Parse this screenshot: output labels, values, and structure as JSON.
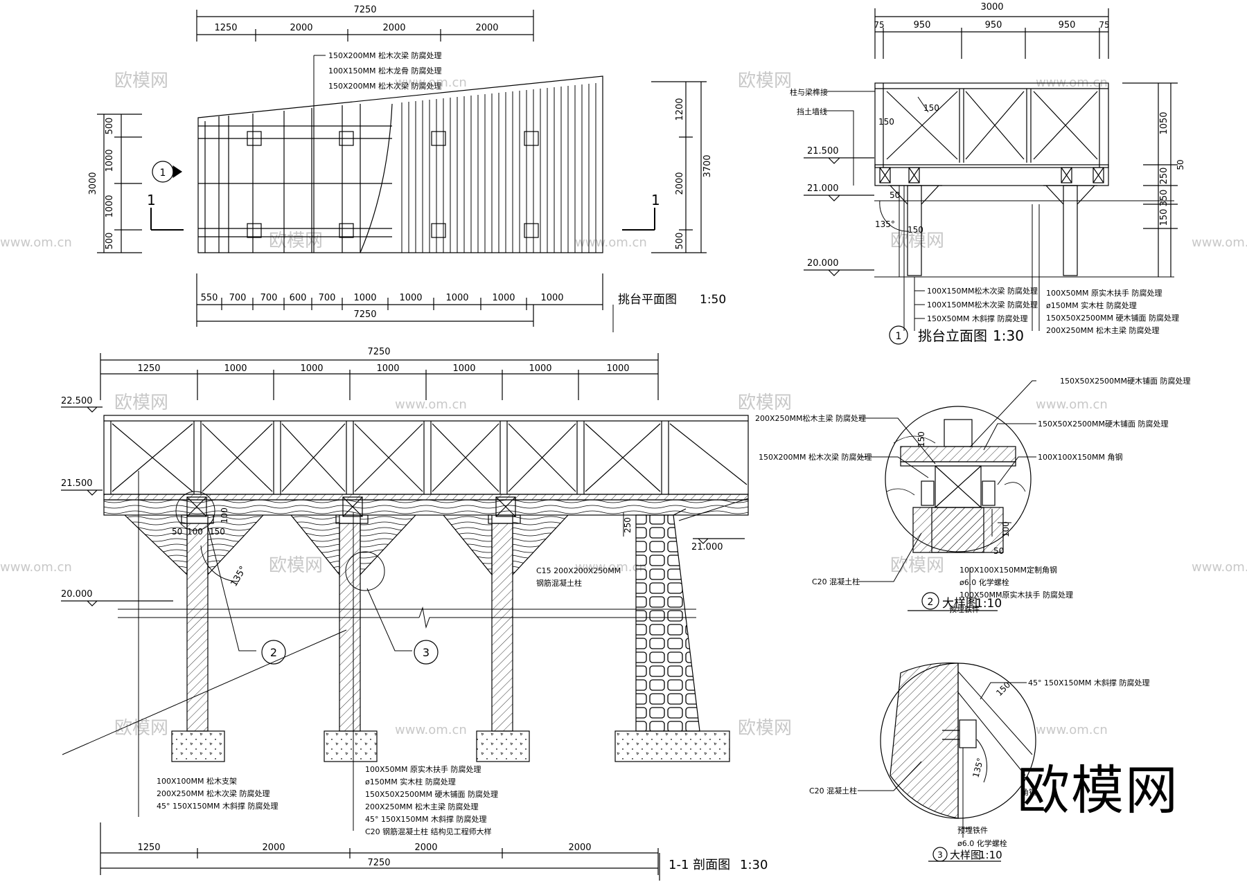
{
  "plan": {
    "top_total": "7250",
    "top_dims": [
      "1250",
      "2000",
      "2000",
      "2000"
    ],
    "notes": [
      "150X200MM 松木次梁 防腐处理",
      "100X150MM 松木龙骨 防腐处理",
      "150X200MM 松木次梁 防腐处理"
    ],
    "left_total": "3000",
    "left_dims": [
      "500",
      "1000",
      "1000",
      "500"
    ],
    "right_total": "3700",
    "right_dims": [
      "1200",
      "2000",
      "500"
    ],
    "bottom_dims": [
      "550",
      "700",
      "700",
      "600",
      "700",
      "1000",
      "1000",
      "1000",
      "1000",
      "1000"
    ],
    "bottom_total": "7250",
    "section_mark": "1",
    "callout_number": "1",
    "title": "挑台平面图",
    "scale": "1:50"
  },
  "elevation": {
    "top_total": "3000",
    "top_dims": [
      "75",
      "950",
      "950",
      "950",
      "75"
    ],
    "notes_left": [
      "柱与梁榫接",
      "挡土墙线"
    ],
    "levels": [
      "21.500",
      "21.000",
      "20.000"
    ],
    "right_dims": [
      "1050",
      "250",
      "350",
      "150"
    ],
    "right_small": "50",
    "inner_dims": [
      "150",
      "150",
      "50",
      "150"
    ],
    "angle": "135°",
    "notes_bottom_left": [
      "100X150MM松木次梁 防腐处理",
      "100X150MM松木次梁 防腐处理",
      "150X50MM 木斜撑 防腐处理"
    ],
    "notes_bottom_right": [
      "100X50MM  原实木扶手 防腐处理",
      "ø150MM 实木柱 防腐处理",
      "150X50X2500MM 硬木铺面 防腐处理",
      "200X250MM 松木主梁 防腐处理"
    ],
    "callout_number": "1",
    "title": "挑台立面图",
    "scale": "1:30"
  },
  "section": {
    "top_total": "7250",
    "top_dims": [
      "1250",
      "1000",
      "1000",
      "1000",
      "1000",
      "1000",
      "1000"
    ],
    "levels": [
      "22.500",
      "21.500",
      "20.000",
      "21.000"
    ],
    "small_dims": [
      "50",
      "100",
      "150",
      "100"
    ],
    "angle": "135°",
    "dim_250": "250",
    "column_note": [
      "C15 200X200X250MM",
      "钢筋混凝土柱"
    ],
    "callouts": [
      "2",
      "3"
    ],
    "notes_left": [
      "100X100MM 松木支架",
      "200X250MM 松木次梁 防腐处理",
      "45° 150X150MM 木斜撑 防腐处理"
    ],
    "notes_mid": [
      "100X50MM 原实木扶手 防腐处理",
      "ø150MM 实木柱 防腐处理",
      "150X50X2500MM 硬木铺面 防腐处理",
      "200X250MM 松木主梁 防腐处理",
      "45° 150X150MM 木斜撑 防腐处理",
      "C20 钢筋混凝土柱 结构见工程师大样"
    ],
    "bottom_dims": [
      "1250",
      "2000",
      "2000",
      "2000"
    ],
    "bottom_total": "7250",
    "title": "1-1 剖面图",
    "scale": "1:30"
  },
  "detail2": {
    "notes_right": [
      "150X50X2500MM硬木铺面 防腐处理",
      "150X50X2500MM硬木铺面 防腐处理",
      "100X100X150MM 角钢"
    ],
    "notes_left": [
      "200X250MM松木主梁 防腐处理",
      "150X200MM 松木次梁 防腐处理",
      "C20 混凝土柱"
    ],
    "notes_bottom": [
      "100X100X150MM定制角钢",
      "ø6.0 化学螺栓",
      "100X50MM原实木扶手 防腐处理",
      "预埋铁件"
    ],
    "dims": [
      "150",
      "100",
      "50"
    ],
    "callout_number": "2",
    "title": "大样图",
    "scale": "1:10"
  },
  "detail3": {
    "note_top": "45° 150X150MM 木斜撑 防腐处理",
    "note_left": "C20 混凝土柱",
    "note_right": "角钢",
    "notes_bottom": [
      "预埋铁件",
      "ø6.0 化学螺栓"
    ],
    "dim": "150",
    "angle": "135°",
    "callout_number": "3",
    "title": "大样图",
    "scale": "1:10"
  },
  "watermark": {
    "brand": "欧模网",
    "url": "www.om.cn"
  }
}
